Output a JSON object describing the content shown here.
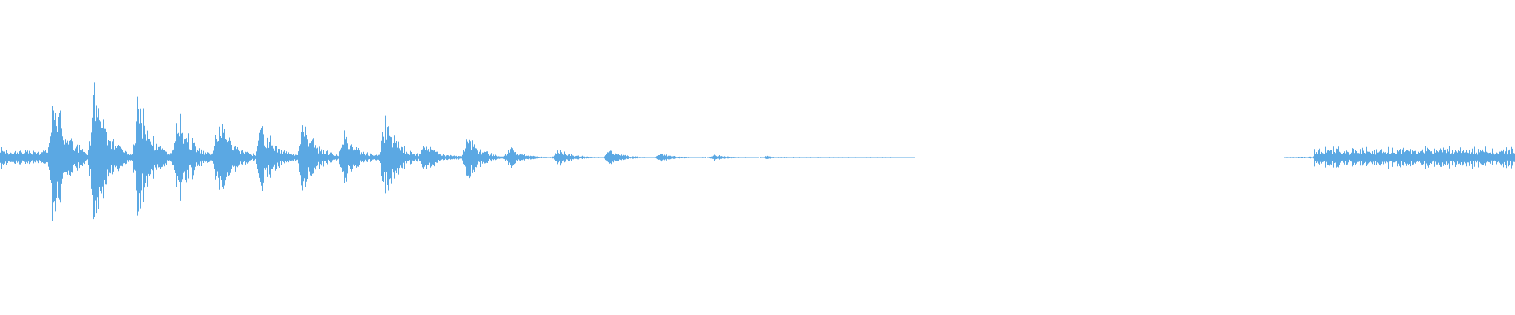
{
  "waveform": {
    "color": "#5ba8e3",
    "background": "#ffffff",
    "amplitude_range": [
      -1,
      1
    ],
    "bursts": [
      {
        "time": 0.0,
        "amp": 0.08
      },
      {
        "time": 0.035,
        "amp": 0.48
      },
      {
        "time": 0.062,
        "amp": 0.52
      },
      {
        "time": 0.091,
        "amp": 0.4
      },
      {
        "time": 0.117,
        "amp": 0.35
      },
      {
        "time": 0.144,
        "amp": 0.3
      },
      {
        "time": 0.172,
        "amp": 0.25
      },
      {
        "time": 0.2,
        "amp": 0.24
      },
      {
        "time": 0.227,
        "amp": 0.18
      },
      {
        "time": 0.254,
        "amp": 0.28
      },
      {
        "time": 0.28,
        "amp": 0.1
      },
      {
        "time": 0.308,
        "amp": 0.16
      },
      {
        "time": 0.336,
        "amp": 0.07
      },
      {
        "time": 0.368,
        "amp": 0.06
      },
      {
        "time": 0.402,
        "amp": 0.05
      },
      {
        "time": 0.436,
        "amp": 0.03
      },
      {
        "time": 0.471,
        "amp": 0.02
      },
      {
        "time": 0.506,
        "amp": 0.01
      },
      {
        "time": 0.54,
        "amp": 0.004
      },
      {
        "time": 0.574,
        "amp": 0.003
      }
    ],
    "tail_segment": {
      "start": 0.847,
      "end": 1.0,
      "amp": 0.07
    }
  }
}
